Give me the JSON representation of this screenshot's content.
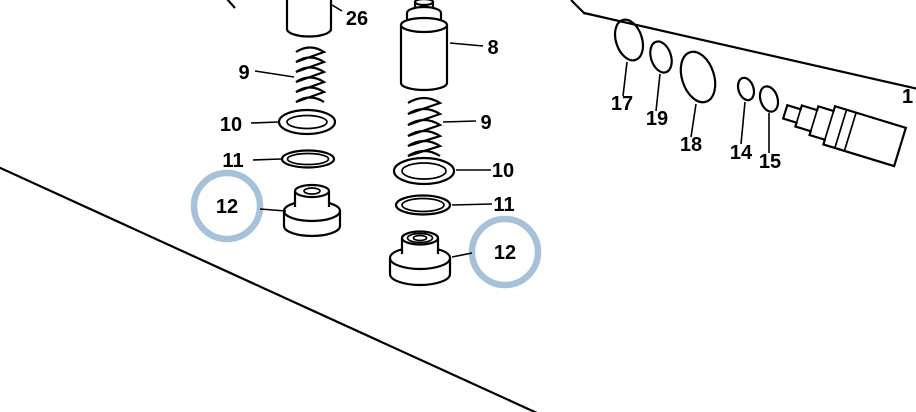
{
  "diagram": {
    "background_color": "#ffffff",
    "line_color": "#000000",
    "highlight_color": "#a7c2d8"
  },
  "labels": {
    "part_26": "26",
    "spring_left": "9",
    "oring_left": "10",
    "washer_left": "11",
    "cap_left": "12",
    "part_8": "8",
    "spring_right": "9",
    "oring_right": "10",
    "washer_right": "11",
    "cap_right": "12",
    "ring_17": "17",
    "ring_19": "19",
    "ring_18": "18",
    "ring_14": "14",
    "ring_15": "15",
    "edge_number": "1"
  }
}
